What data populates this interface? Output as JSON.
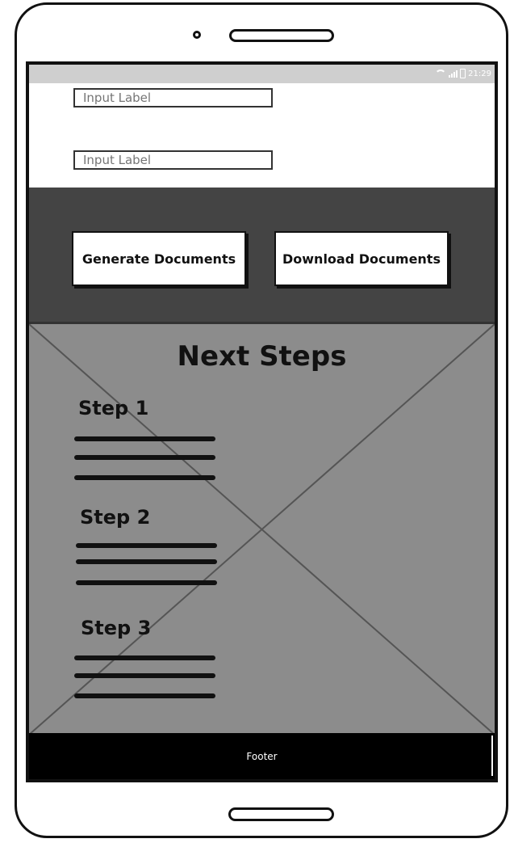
{
  "status_bar": {
    "time": "21:29"
  },
  "form": {
    "input_1_placeholder": "Input Label",
    "input_2_placeholder": "Input Label"
  },
  "actions": {
    "generate_label": "Generate Documents",
    "download_label": "Download Documents"
  },
  "next_steps": {
    "title": "Next Steps",
    "steps": [
      {
        "label": "Step 1"
      },
      {
        "label": "Step 2"
      },
      {
        "label": "Step 3"
      }
    ]
  },
  "footer": {
    "label": "Footer"
  }
}
